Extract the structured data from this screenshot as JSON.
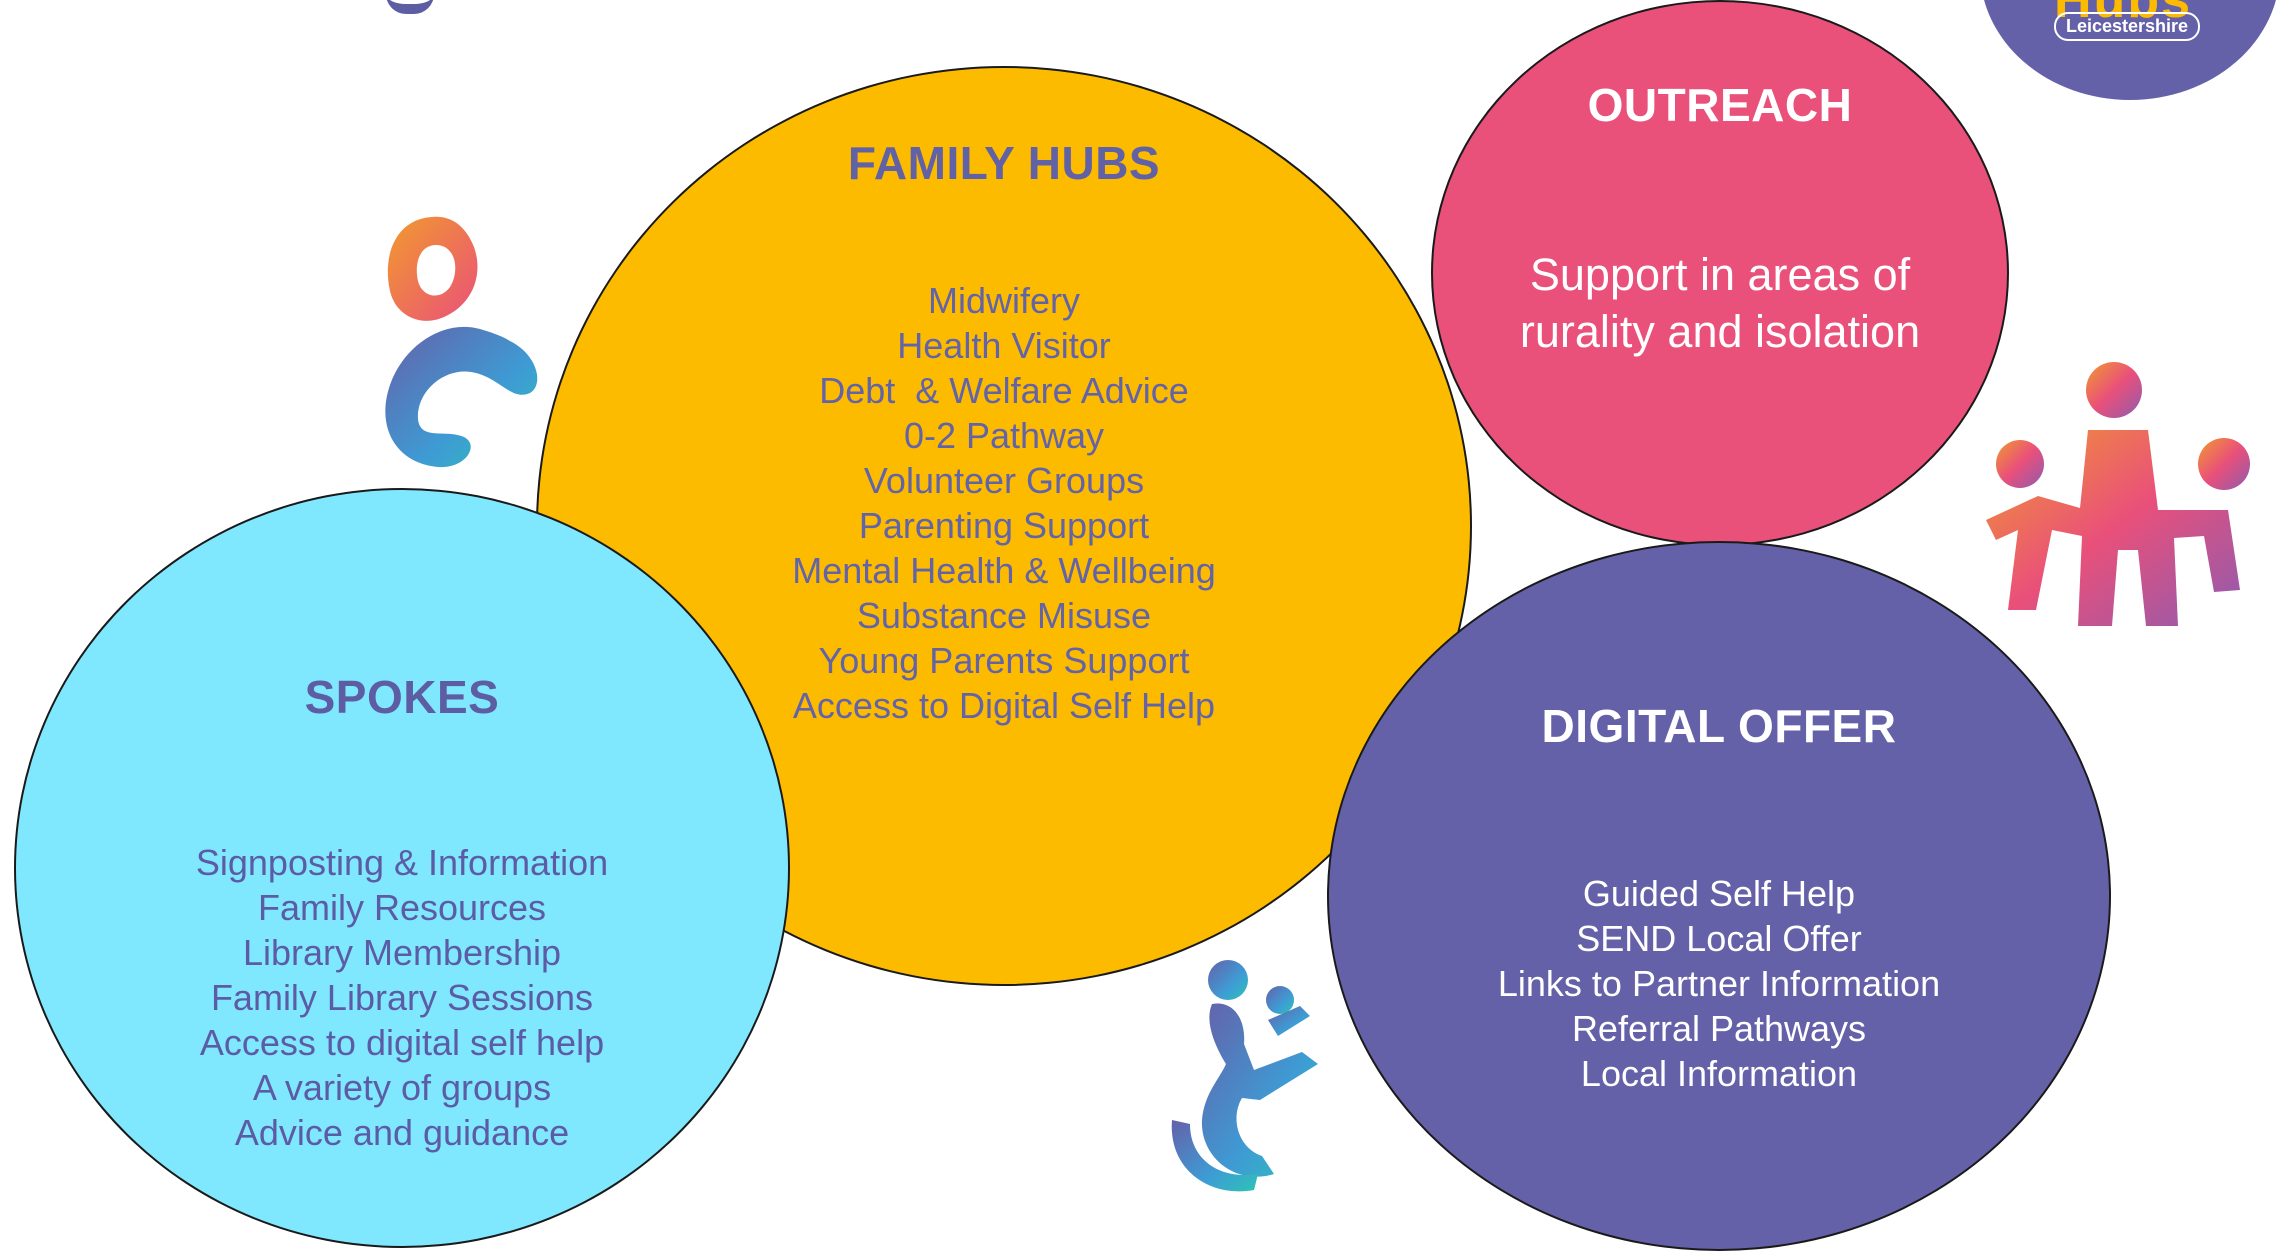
{
  "logo": {
    "word": "Hubs",
    "tagline": "Leicestershire"
  },
  "family_hubs": {
    "title": "FAMILY HUBS",
    "items": [
      "Midwifery",
      "Health Visitor",
      "Debt  & Welfare Advice",
      "0-2 Pathway",
      "Volunteer Groups",
      "Parenting Support",
      "Mental Health & Wellbeing",
      "Substance Misuse",
      "Young Parents Support",
      "Access to Digital Self Help"
    ]
  },
  "spokes": {
    "title": "SPOKES",
    "items": [
      "Signposting & Information",
      "Family Resources",
      "Library Membership",
      "Family Library Sessions",
      "Access to digital self help",
      "A variety of groups",
      "Advice and guidance"
    ]
  },
  "outreach": {
    "title": "OUTREACH",
    "description": "Support in areas of rurality and isolation"
  },
  "digital_offer": {
    "title": "DIGITAL OFFER",
    "items": [
      "Guided Self Help",
      "SEND Local Offer",
      "Links to Partner Information",
      "Referral Pathways",
      "Local Information"
    ]
  },
  "colors": {
    "family_hubs": "#FDBB00",
    "spokes": "#80E8FE",
    "outreach": "#E9507A",
    "digital_offer": "#6561A9",
    "purple_text": "#6161A6"
  },
  "icons": [
    "parent-child-icon",
    "family-icon",
    "wheelchair-user-icon"
  ]
}
